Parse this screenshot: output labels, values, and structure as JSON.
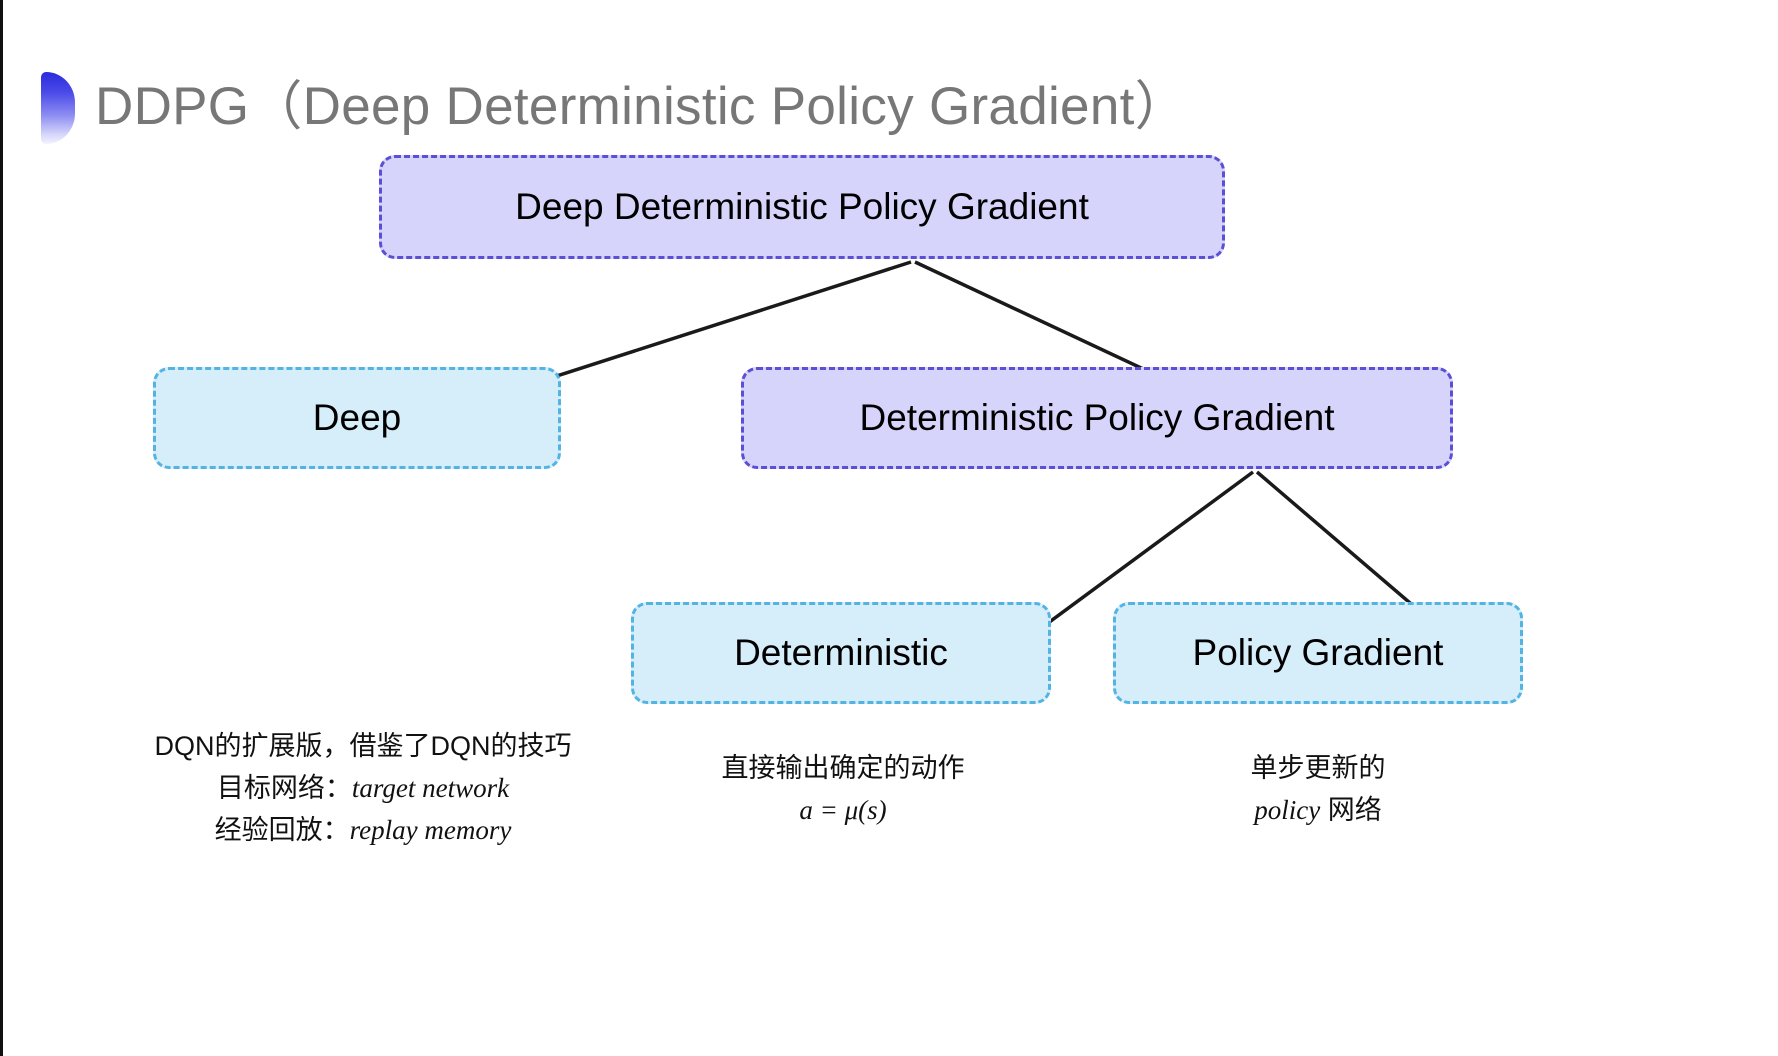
{
  "slide": {
    "title": "DDPG（Deep Deterministic Policy Gradient）",
    "bullet_icon": "gradient-semicircle-bullet",
    "background_color": "#ffffff",
    "title_color": "#777777"
  },
  "colors": {
    "purple_fill": "#d6d4fa",
    "purple_border": "#5b4fd6",
    "blue_fill": "#d6eefa",
    "blue_border": "#53b3e3",
    "arrow": "#1a1a1a",
    "bullet_gradient_from": "#2b2bdd",
    "bullet_gradient_to": "#f3f3fe"
  },
  "diagram": {
    "type": "tree",
    "nodes": {
      "root": {
        "label": "Deep Deterministic Policy Gradient",
        "style": "purple"
      },
      "deep": {
        "label": "Deep",
        "style": "blue"
      },
      "dpg": {
        "label": "Deterministic Policy Gradient",
        "style": "purple"
      },
      "deterministic": {
        "label": "Deterministic",
        "style": "blue"
      },
      "policy_gradient": {
        "label": "Policy Gradient",
        "style": "blue"
      }
    },
    "edges": [
      {
        "from": "root",
        "to": "deep"
      },
      {
        "from": "root",
        "to": "dpg"
      },
      {
        "from": "dpg",
        "to": "deterministic"
      },
      {
        "from": "dpg",
        "to": "policy_gradient"
      }
    ]
  },
  "captions": {
    "deep": {
      "lines": [
        "DQN的扩展版，借鉴了DQN的技巧",
        "目标网络：",
        "经验回放："
      ],
      "italic_terms": [
        "target network",
        "replay memory"
      ]
    },
    "deterministic": {
      "lines": [
        "直接输出确定的动作"
      ],
      "formula": "a = μ(s)"
    },
    "policy_gradient": {
      "lines": [
        "单步更新的"
      ],
      "italic_term": "policy",
      "suffix": " 网络"
    }
  }
}
